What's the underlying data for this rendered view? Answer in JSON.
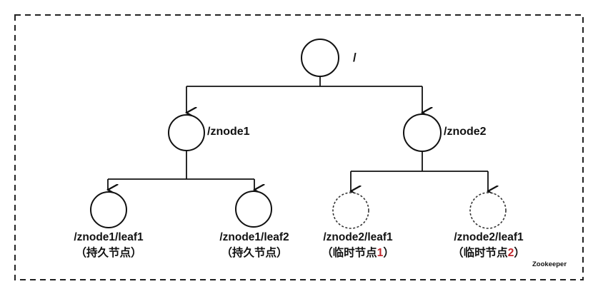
{
  "diagram": {
    "type": "tree",
    "corner_label": "Zookeeper",
    "root": {
      "label": "/",
      "style": "solid"
    },
    "level1": [
      {
        "label": "/znode1",
        "style": "solid"
      },
      {
        "label": "/znode2",
        "style": "solid"
      }
    ],
    "leaves": [
      {
        "parent": "/znode1",
        "path": "/znode1/leaf1",
        "type_prefix": "（持久节点",
        "type_number": "",
        "type_suffix": "）",
        "style": "solid"
      },
      {
        "parent": "/znode1",
        "path": "/znode1/leaf2",
        "type_prefix": "（持久节点",
        "type_number": "",
        "type_suffix": "）",
        "style": "solid"
      },
      {
        "parent": "/znode2",
        "path": "/znode2/leaf1",
        "type_prefix": "（临时节点",
        "type_number": "1",
        "type_suffix": "）",
        "style": "dashed"
      },
      {
        "parent": "/znode2",
        "path": "/znode2/leaf1",
        "type_prefix": "（临时节点",
        "type_number": "2",
        "type_suffix": "）",
        "style": "dashed"
      }
    ],
    "colors": {
      "stroke": "#111111",
      "highlight": "#c0262b",
      "border": "#222222"
    }
  }
}
